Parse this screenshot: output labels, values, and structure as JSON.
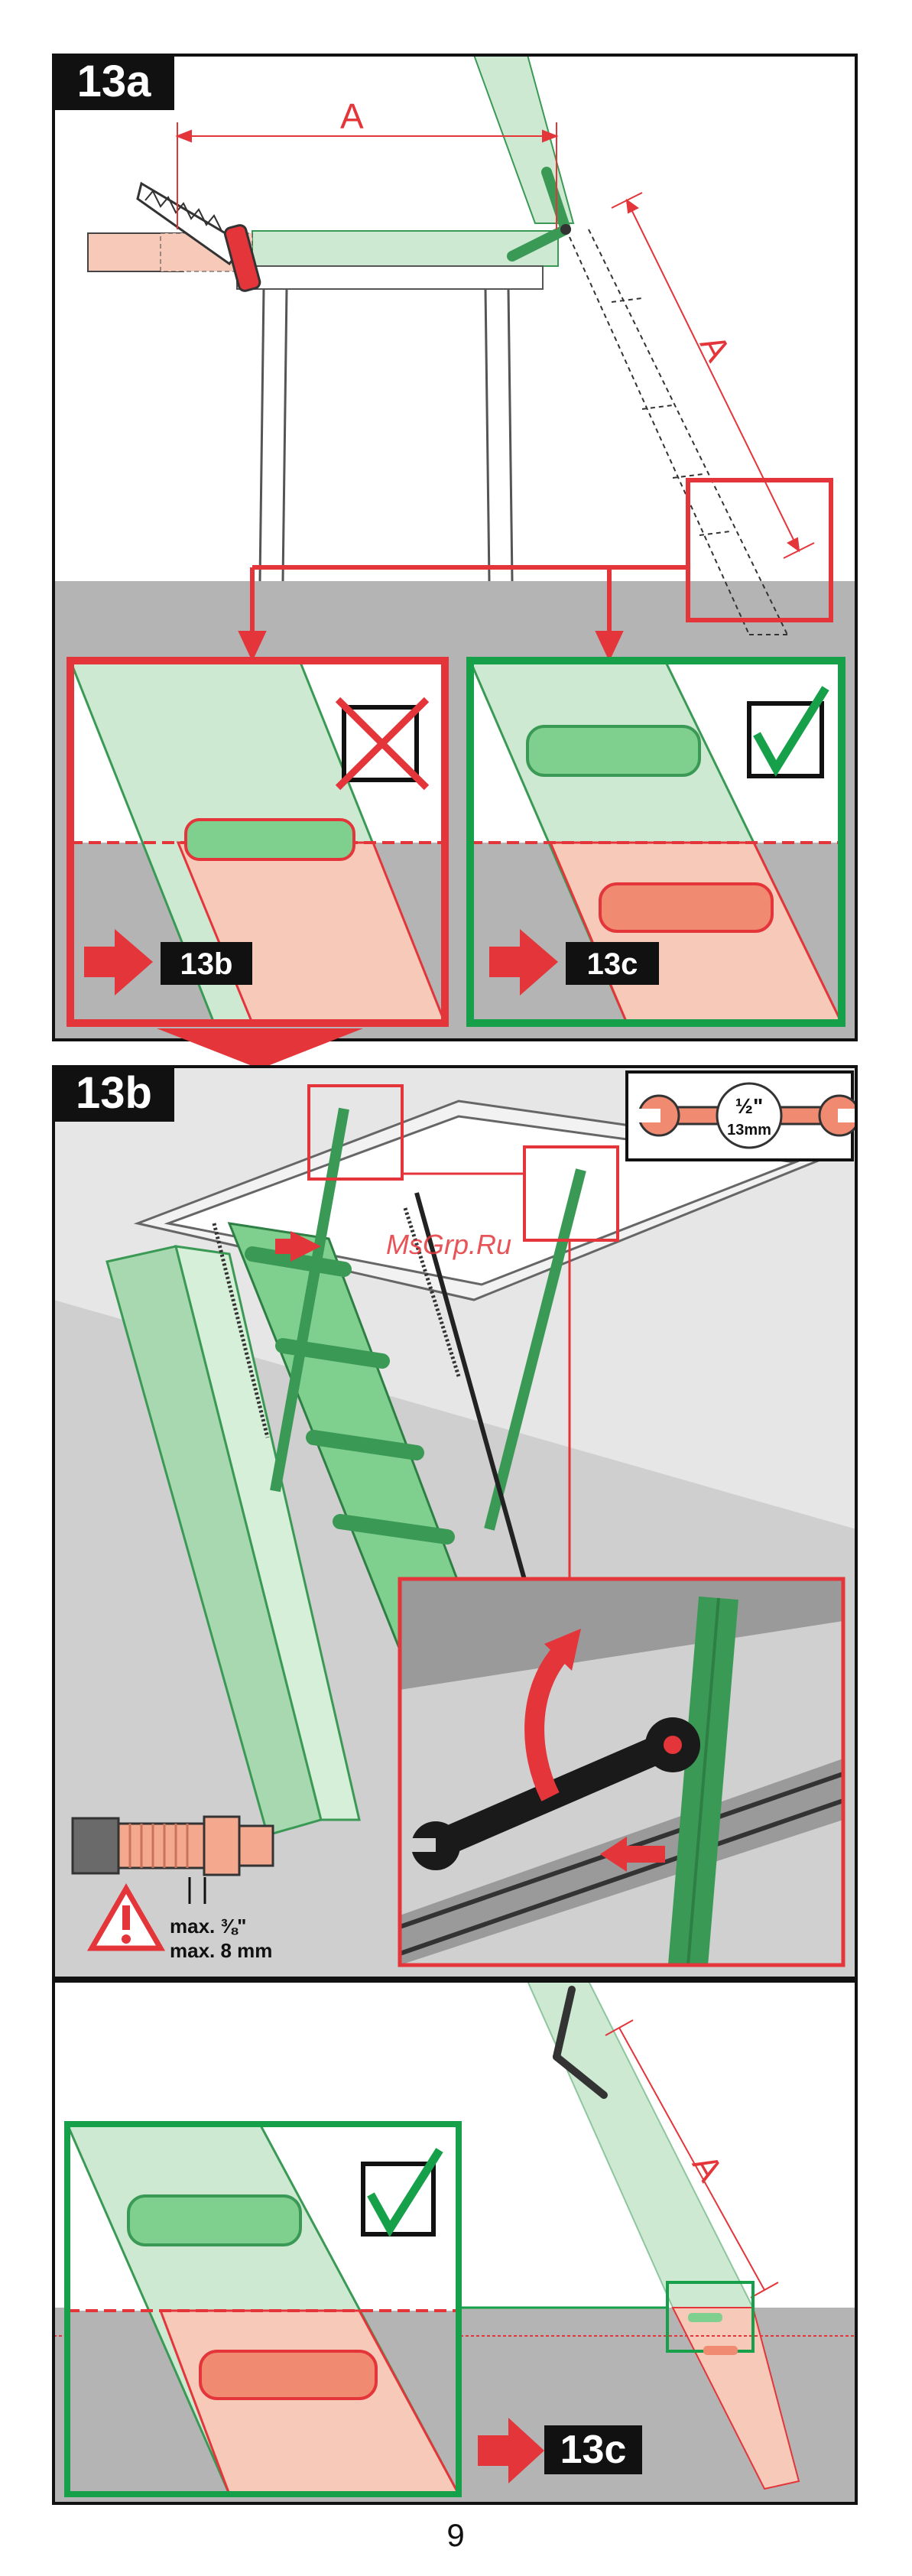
{
  "panels": {
    "a": {
      "label": "13a",
      "dimension": "A"
    },
    "b": {
      "label": "13b",
      "wrench_fraction": "½\"",
      "wrench_mm": "13mm",
      "bolt_max_in": "max. ⅜\"",
      "bolt_max_mm": "max. 8 mm"
    },
    "c": {
      "label": "",
      "dimension": "A"
    }
  },
  "steps": {
    "to_b": "13b",
    "to_c": "13c"
  },
  "watermark": "MsGrp.Ru",
  "page_number": "9",
  "colors": {
    "green_band": "#cde9d2",
    "green_stroke": "#3a9a55",
    "green_dark": "#16a04a",
    "red": "#e3353a",
    "salmon": "#f6c9b8",
    "gray": "#b4b4b4",
    "ladder_green": "#7fcf8f"
  },
  "icons": [
    "cross-mark-icon",
    "check-mark-icon",
    "red-arrow-icon",
    "wrench-icon",
    "warning-icon",
    "saw-icon",
    "bolt-icon"
  ]
}
